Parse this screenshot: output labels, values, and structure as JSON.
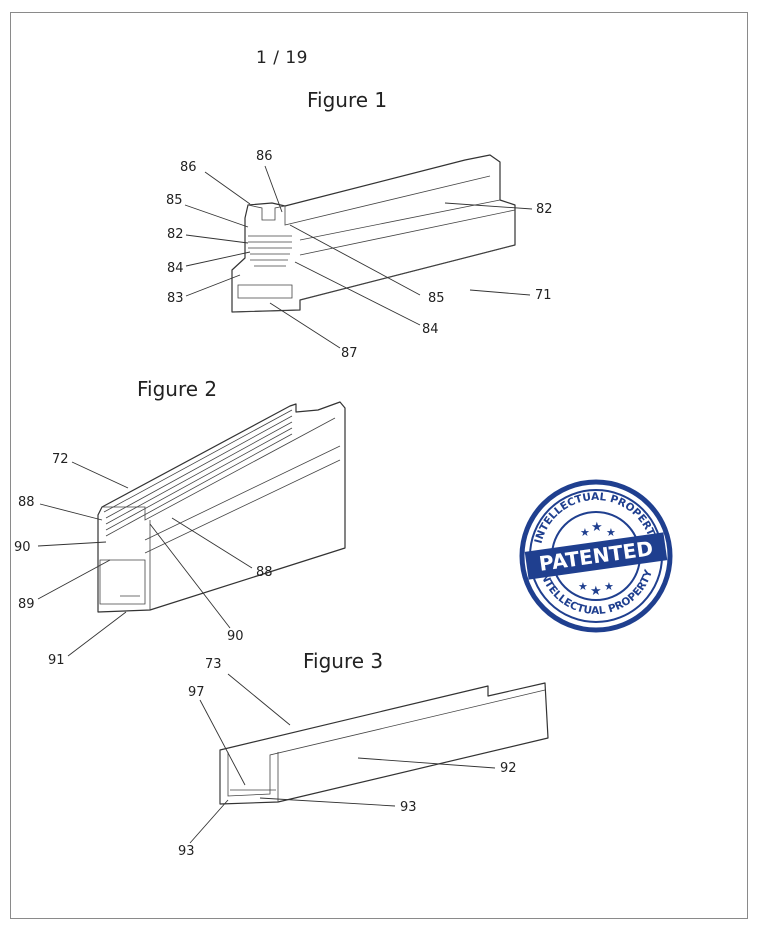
{
  "page": {
    "number": "1 / 19"
  },
  "figures": {
    "fig1": {
      "title": "Figure 1",
      "labels": [
        "86",
        "86",
        "85",
        "82",
        "84",
        "83",
        "82",
        "85",
        "71",
        "84",
        "87"
      ]
    },
    "fig2": {
      "title": "Figure 2",
      "labels": [
        "72",
        "88",
        "90",
        "89",
        "91",
        "88",
        "90"
      ]
    },
    "fig3": {
      "title": "Figure 3",
      "labels": [
        "73",
        "97",
        "92",
        "93",
        "93"
      ]
    }
  },
  "stamp": {
    "text_top": "INTELLECTUAL PROPERTY",
    "text_center": "PATENTED",
    "text_bottom": "INTELLECTUAL PROPERTY",
    "color": "#1f3f8f"
  }
}
